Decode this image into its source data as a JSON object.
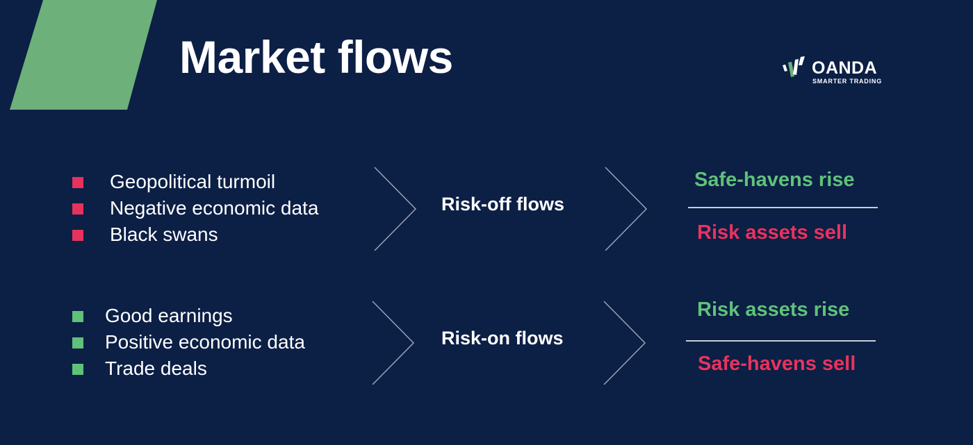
{
  "slide": {
    "title": "Market flows",
    "colors": {
      "background": "#0c1f45",
      "accent_green": "#6db07a",
      "positive_text": "#5fc27a",
      "negative_text": "#e8335e",
      "negative_square": "#e6325c",
      "positive_square": "#5fc27a",
      "chevron": "#9aa3b4",
      "divider": "#c9ced8"
    }
  },
  "logo": {
    "name": "OANDA",
    "tagline": "SMARTER TRADING",
    "icon": "oanda-check-mark-icon"
  },
  "risk_off": {
    "drivers": [
      "Geopolitical turmoil",
      "Negative economic data",
      "Black swans"
    ],
    "flow_label": "Risk-off flows",
    "outcome_top": "Safe-havens rise",
    "outcome_bottom": "Risk assets sell",
    "bullet_icon": "red-square-icon"
  },
  "risk_on": {
    "drivers": [
      "Good earnings",
      "Positive economic data",
      "Trade deals"
    ],
    "flow_label": "Risk-on flows",
    "outcome_top": "Risk assets rise",
    "outcome_bottom": "Safe-havens sell",
    "bullet_icon": "green-square-icon"
  }
}
